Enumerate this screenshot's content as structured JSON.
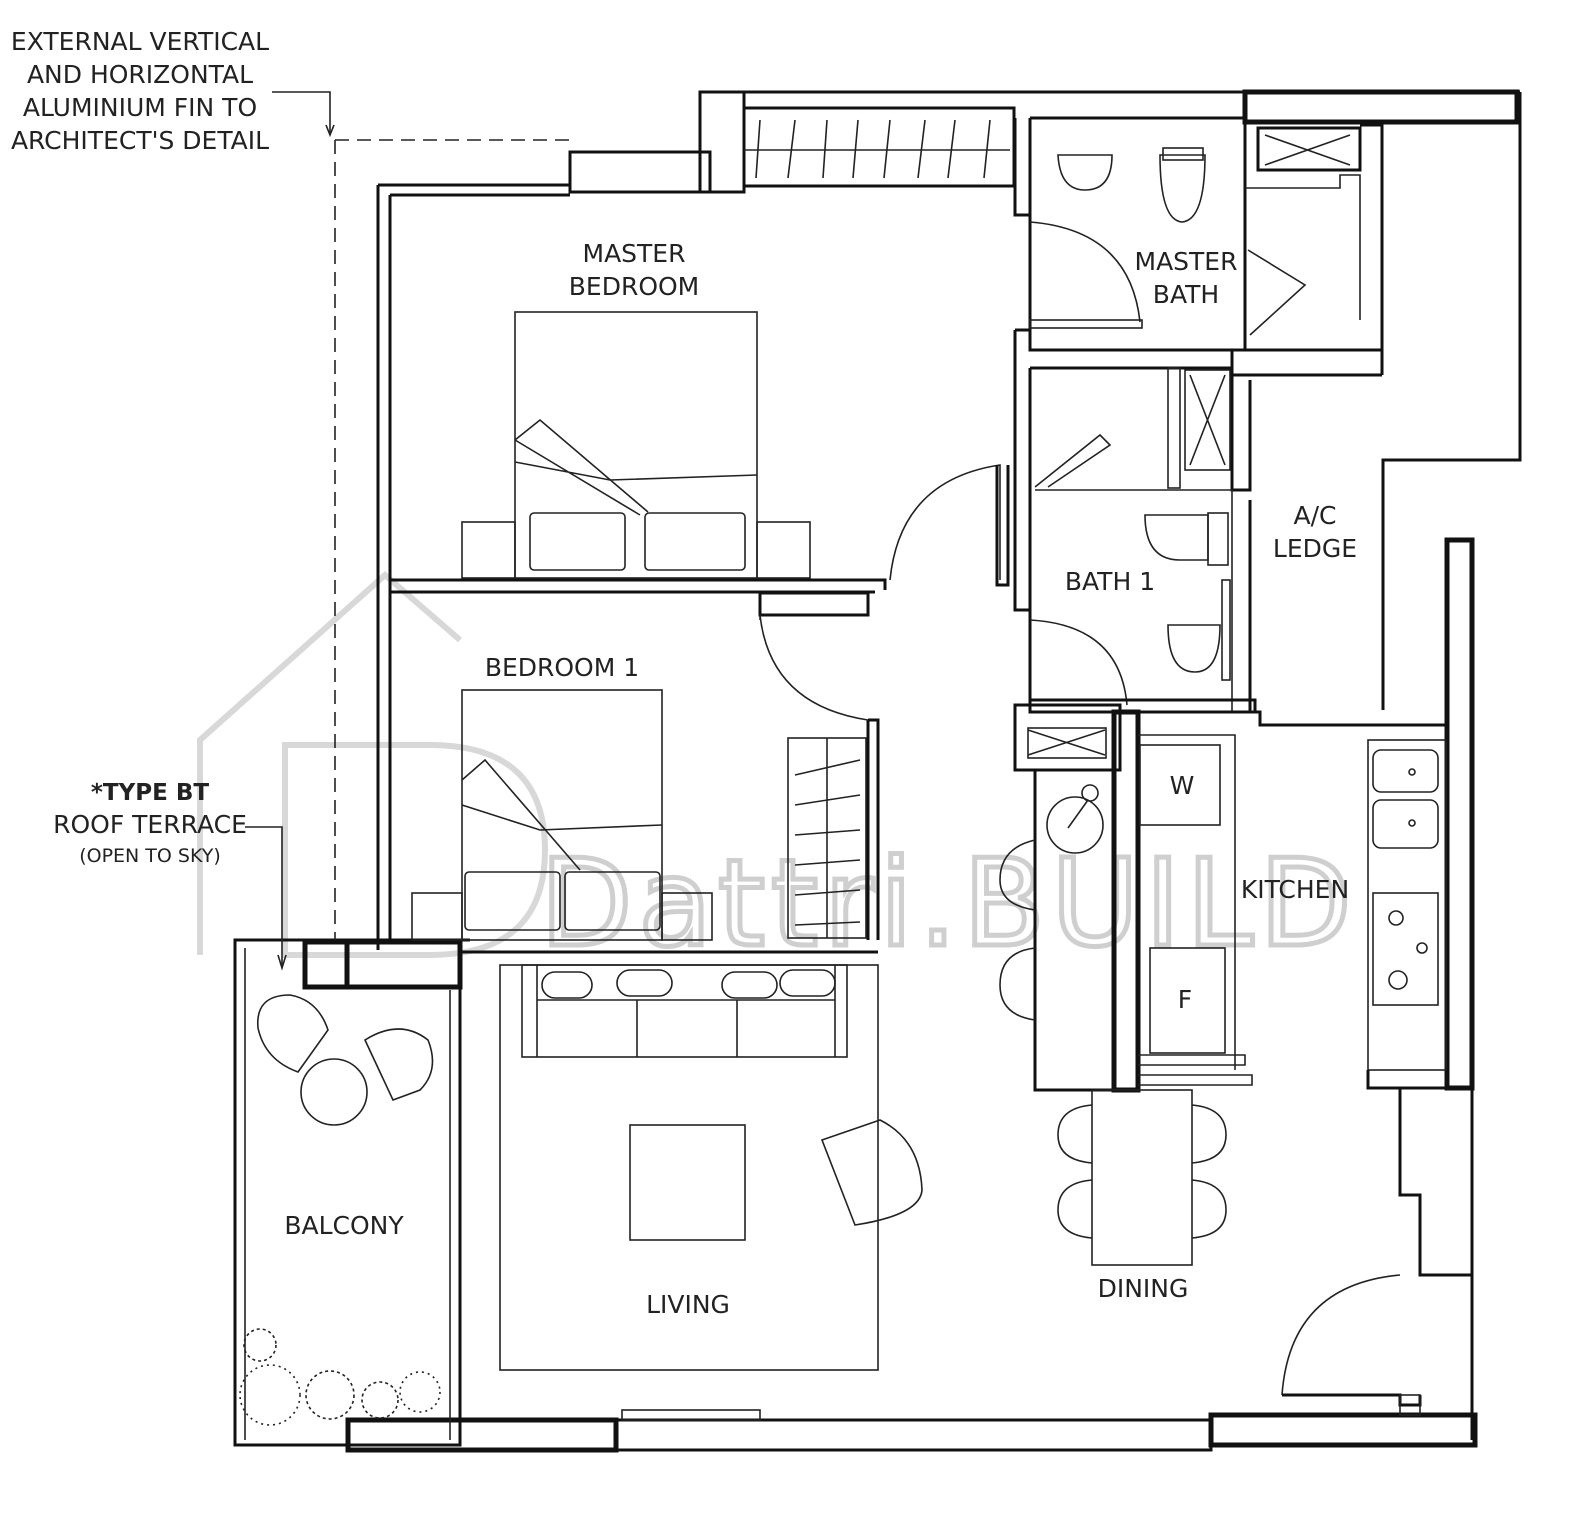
{
  "notes": {
    "fin": [
      "EXTERNAL VERTICAL",
      "AND HORIZONTAL",
      "ALUMINIUM FIN TO",
      "ARCHITECT'S DETAIL"
    ],
    "roof_type": "*TYPE BT",
    "roof_name": "ROOF TERRACE",
    "roof_sub": "(OPEN TO SKY)"
  },
  "rooms": {
    "master_bedroom": [
      "MASTER",
      "BEDROOM"
    ],
    "master_bath": [
      "MASTER",
      "BATH"
    ],
    "bedroom_1": "BEDROOM 1",
    "bath_1": "BATH 1",
    "ac_ledge": [
      "A/C",
      "LEDGE"
    ],
    "kitchen": "KITCHEN",
    "washer": "W",
    "fridge": "F",
    "dining": "DINING",
    "living": "LIVING",
    "balcony": "BALCONY"
  },
  "watermark": "Dattri.BUILD"
}
